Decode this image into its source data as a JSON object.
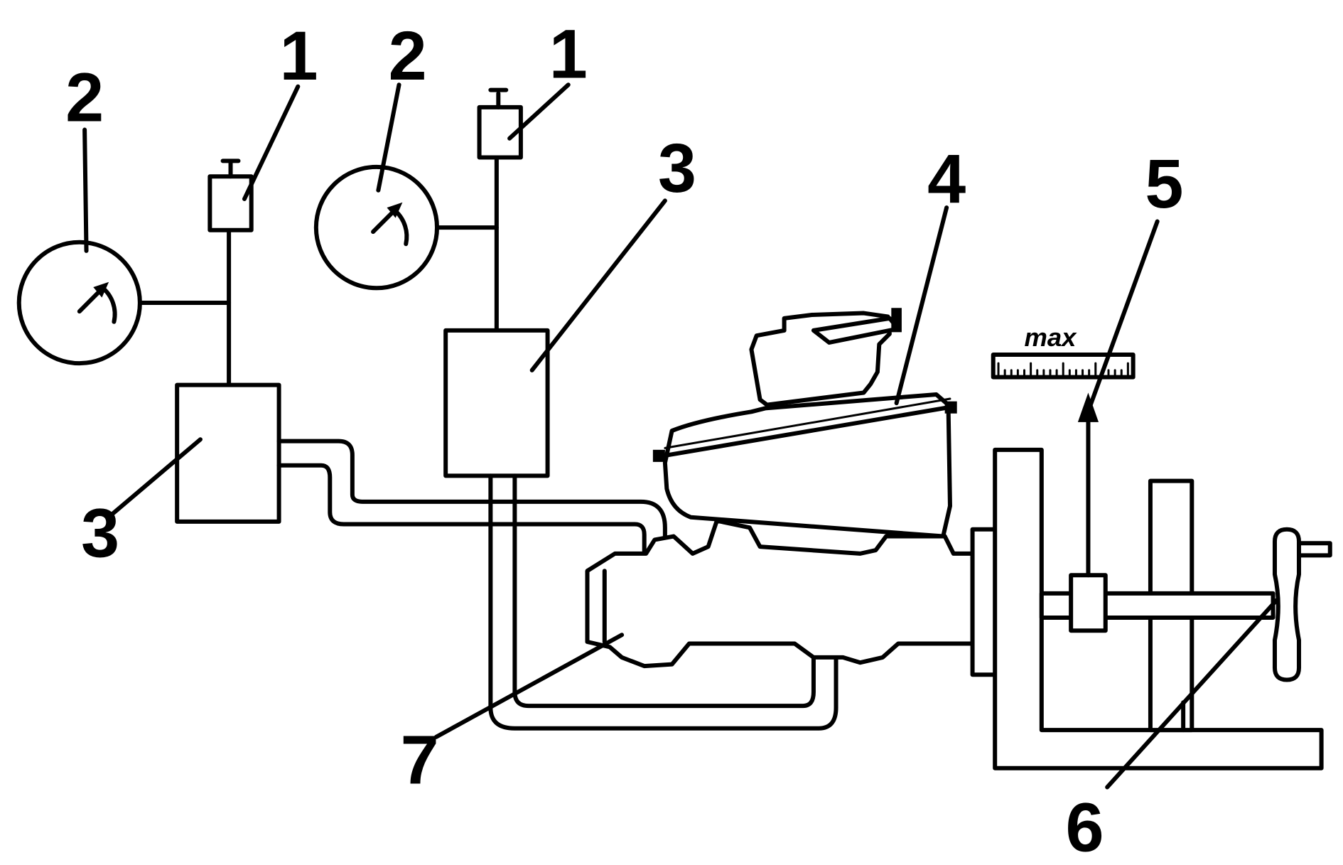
{
  "callouts": {
    "label_1": "1",
    "label_2": "2",
    "label_3": "3",
    "label_4": "4",
    "label_5": "5",
    "label_6": "6",
    "label_7": "7"
  },
  "scale": {
    "max_label": "max"
  },
  "colors": {
    "line": "#000000",
    "background": "#ffffff"
  }
}
